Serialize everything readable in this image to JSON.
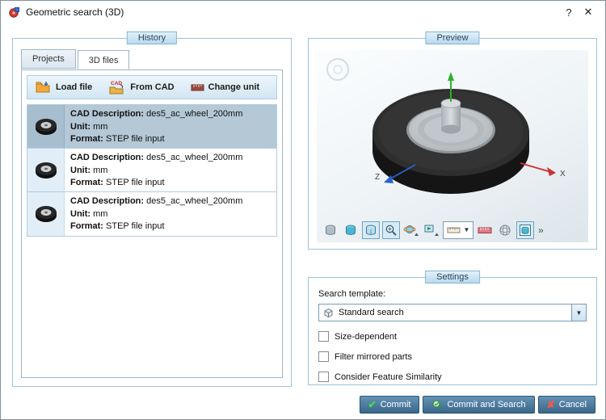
{
  "window": {
    "title": "Geometric search (3D)",
    "help": "?",
    "close": "✕"
  },
  "history": {
    "label": "History",
    "tabs": {
      "projects": "Projects",
      "files3d": "3D files"
    },
    "toolbar": {
      "load_file": "Load file",
      "from_cad_badge": "CAD",
      "from_cad": "From CAD",
      "change_unit": "Change unit"
    },
    "field_labels": {
      "cad_description": "CAD Description:",
      "unit": "Unit:",
      "format": "Format:"
    },
    "items": [
      {
        "cad_description": "des5_ac_wheel_200mm",
        "unit": "mm",
        "format": "STEP file input",
        "selected": true
      },
      {
        "cad_description": "des5_ac_wheel_200mm",
        "unit": "mm",
        "format": "STEP file input",
        "selected": false
      },
      {
        "cad_description": "des5_ac_wheel_200mm",
        "unit": "mm",
        "format": "STEP file input",
        "selected": false
      }
    ]
  },
  "preview": {
    "label": "Preview",
    "axes": {
      "x": "X",
      "z": "Z"
    },
    "toolbar_icons": [
      "cylinder-solid",
      "cylinder-shaded",
      "cylinder-wireframe",
      "zoom-in",
      "orbit",
      "view-direction",
      "measure-combo",
      "ruler",
      "mesh",
      "section-box"
    ],
    "toolbar_overflow": "»"
  },
  "settings": {
    "label": "Settings",
    "search_template_label": "Search template:",
    "search_template_value": "Standard search",
    "checkboxes": [
      {
        "label": "Size-dependent",
        "checked": false
      },
      {
        "label": "Filter mirrored parts",
        "checked": false
      },
      {
        "label": "Consider Feature Similarity",
        "checked": false
      }
    ]
  },
  "footer": {
    "commit": "Commit",
    "commit_and_search": "Commit and Search",
    "cancel": "Cancel"
  },
  "colors": {
    "group_border": "#9cc3dc",
    "group_label_bg": "#c9e0f0",
    "selection_bg": "#b4c8d6",
    "button_bg": "#3a678a",
    "commit_green": "#33a133",
    "cancel_red": "#d93030"
  }
}
